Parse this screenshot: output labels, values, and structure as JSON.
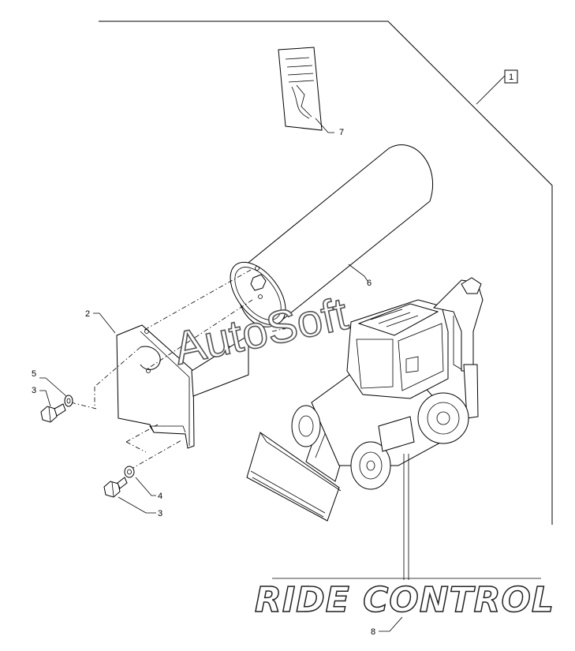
{
  "callouts": {
    "c1": "1",
    "c2": "2",
    "c3a": "3",
    "c3b": "3",
    "c4": "4",
    "c5": "5",
    "c6": "6",
    "c7": "7",
    "c8": "8"
  },
  "watermark": "AutoSoft",
  "banner": "RIDE CONTROL"
}
